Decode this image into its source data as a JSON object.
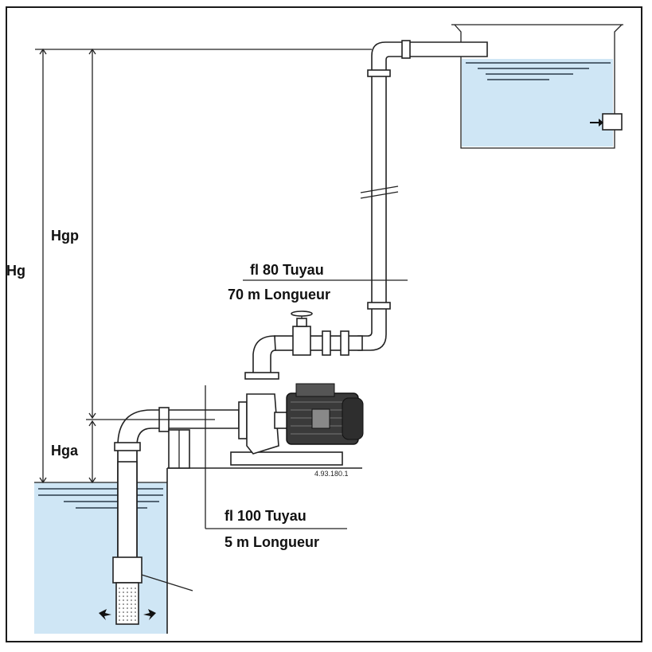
{
  "labels": {
    "hg": "Hg",
    "hgp": "Hgp",
    "hga": "Hga",
    "pipe_discharge_diameter": "fl 80 Tuyau",
    "pipe_discharge_length": "70 m Longueur",
    "pipe_suction_diameter": "fl 100 Tuyau",
    "pipe_suction_length": "5 m Longueur",
    "pump_ref": "4.93.180.1"
  },
  "colors": {
    "water": "#cfe6f5",
    "line": "#222222",
    "frame": "#1a1a1a",
    "motor": "#3a3a3a",
    "background": "#ffffff"
  }
}
